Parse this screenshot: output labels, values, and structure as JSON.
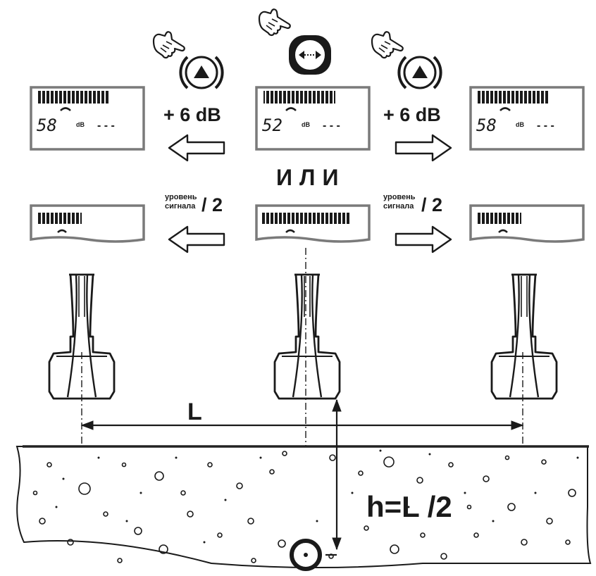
{
  "gain_steps": {
    "left": "+ 6 dB",
    "right": "+ 6 dB"
  },
  "divider_text": "ИЛИ",
  "level_half": {
    "left_line1": "уровень",
    "left_line2": "сигнала",
    "left_suffix": "/ 2",
    "right_line1": "уровень",
    "right_line2": "сигнала",
    "right_suffix": "/ 2"
  },
  "displays": {
    "left": {
      "value": "58",
      "unit": "dB",
      "dashes": "- - -"
    },
    "center": {
      "value": "52",
      "unit": "dB",
      "dashes": "- - -"
    },
    "right": {
      "value": "58",
      "unit": "dB",
      "dashes": "- - -"
    }
  },
  "distance_label": "L",
  "formula": "h=L /2",
  "icons": {
    "left_button": "up-arrow-button-icon",
    "center_button": "center-arrows-button-icon",
    "right_button": "up-arrow-button-icon",
    "pointer": "hand-pointer-icon",
    "pipe": "pipe-cross-section-icon"
  },
  "colors": {
    "ink": "#1a1a1a",
    "display_border": "#7a7a7a",
    "ground_line": "#222222"
  }
}
